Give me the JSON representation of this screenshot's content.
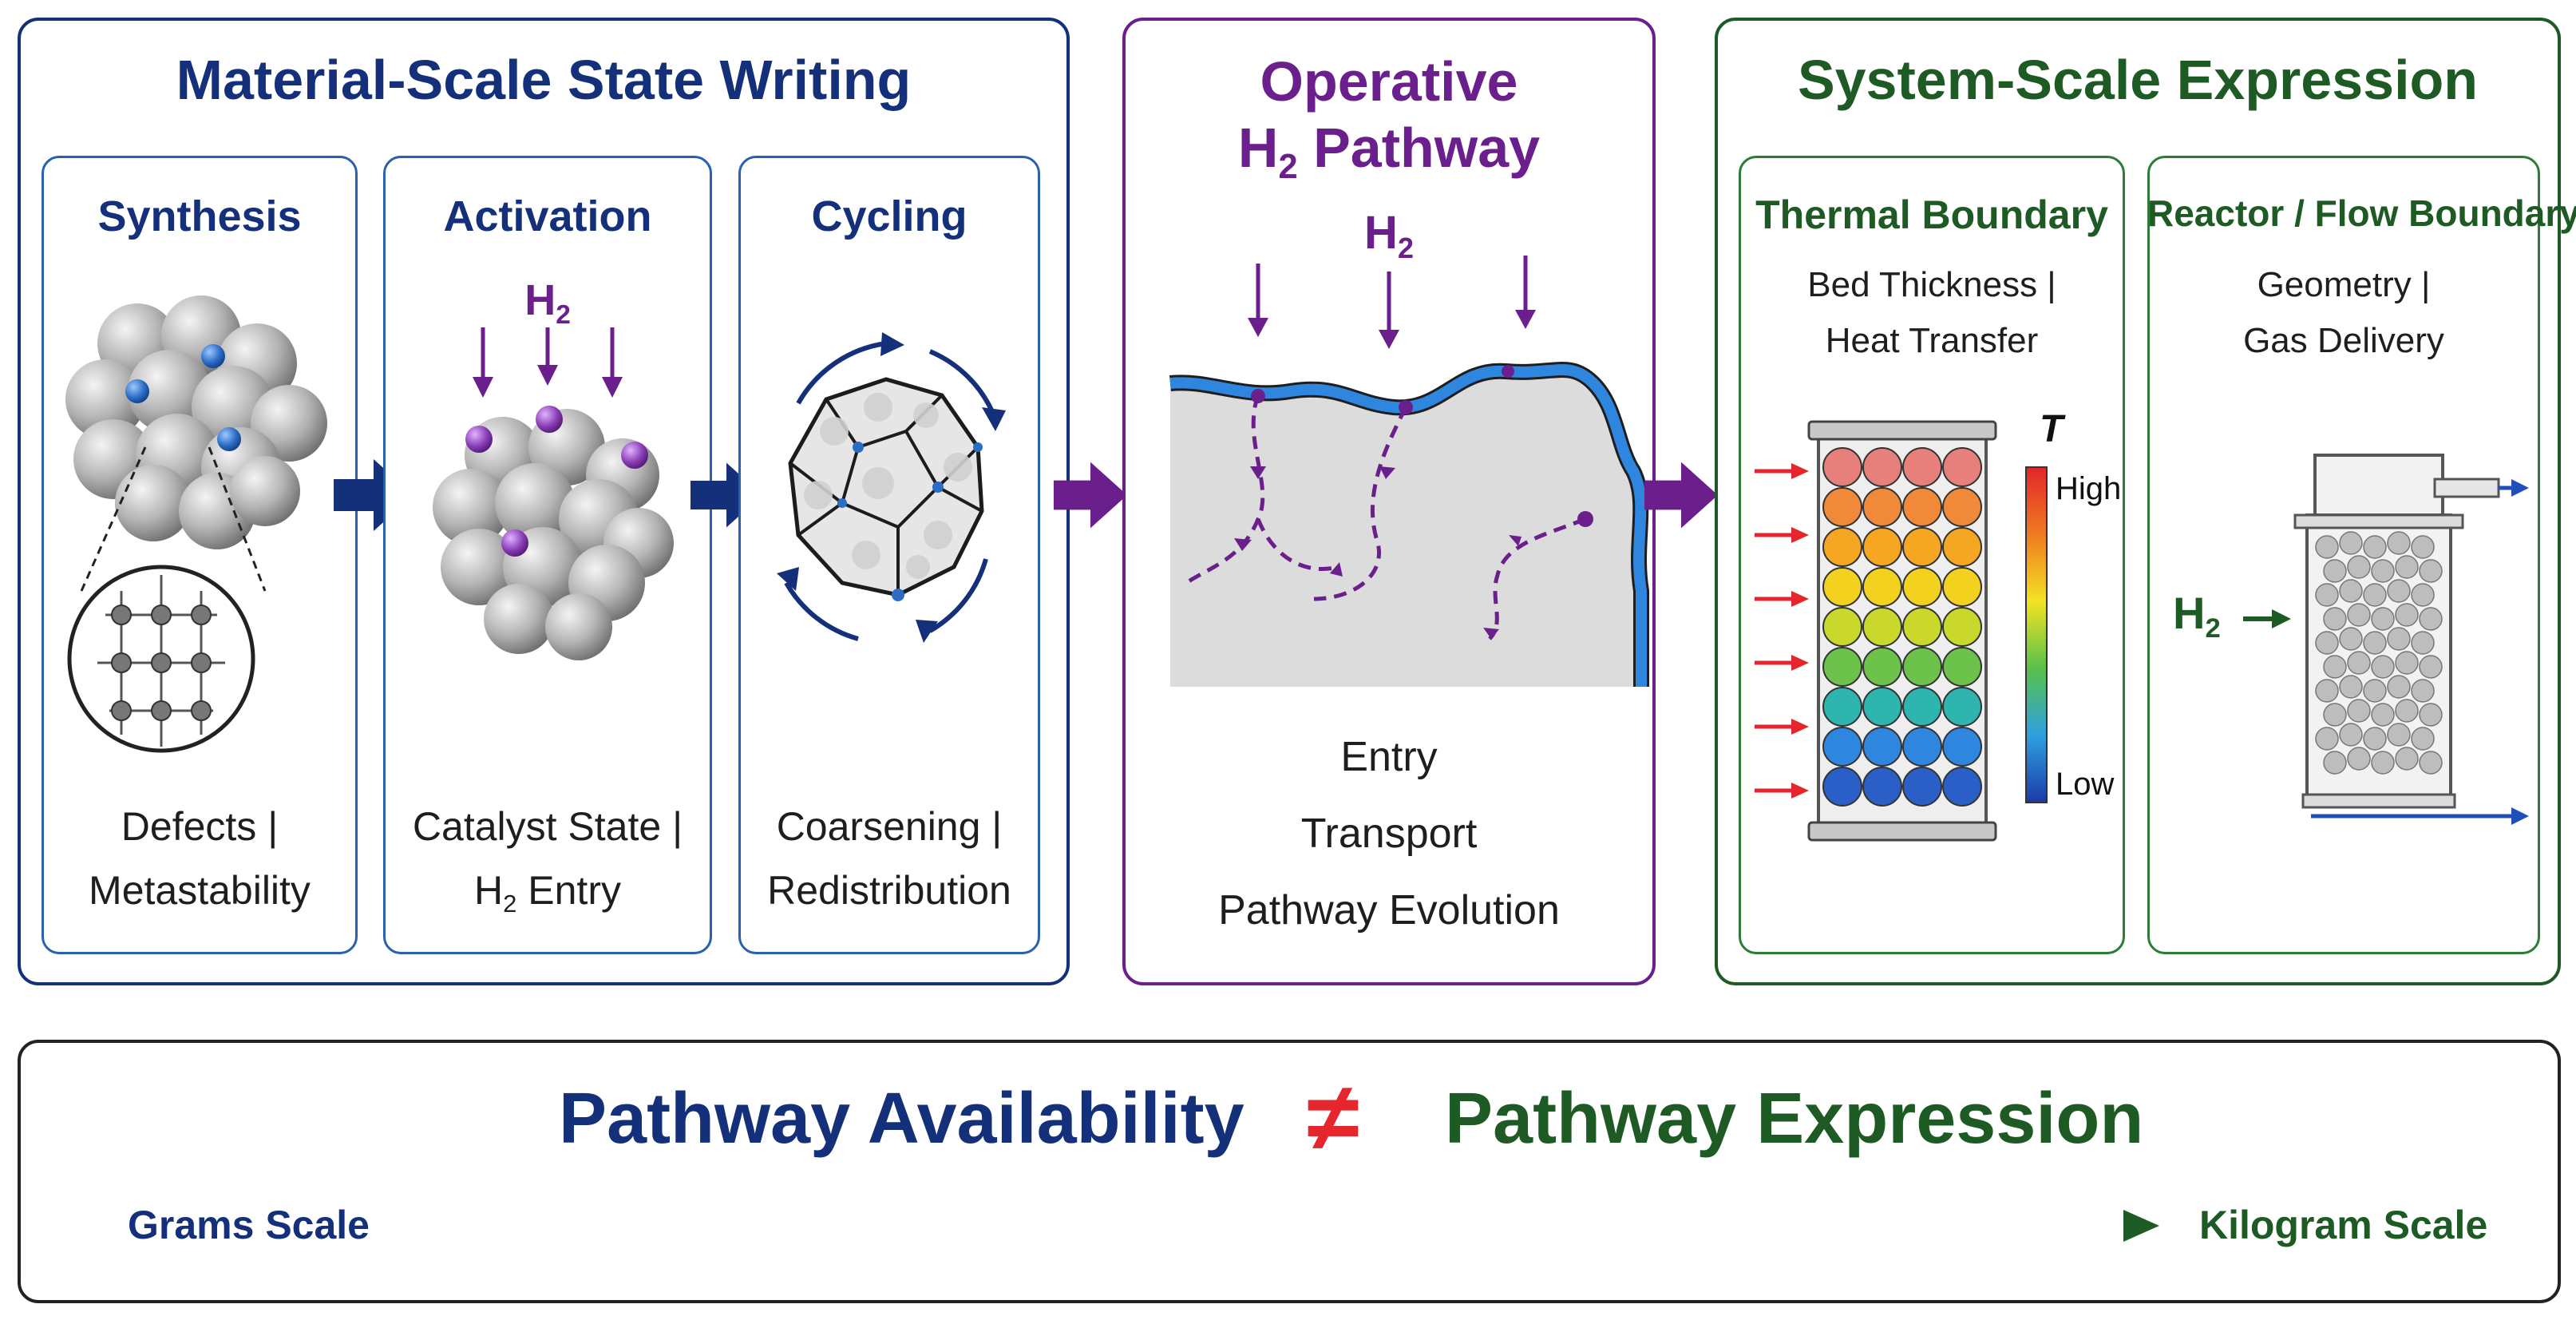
{
  "material": {
    "title": "Material-Scale State Writing",
    "synthesis": {
      "title": "Synthesis",
      "line1": "Defects |",
      "line2": "Metastability"
    },
    "activation": {
      "title": "Activation",
      "h2_label": "H",
      "h2_sub": "2",
      "line1": "Catalyst State |",
      "line2_h": "H",
      "line2_sub": "2",
      "line2_rest": " Entry"
    },
    "cycling": {
      "title": "Cycling",
      "line1": "Coarsening |",
      "line2": "Redistribution"
    }
  },
  "pathway": {
    "title_line1": "Operative",
    "title_h": "H",
    "title_sub": "2",
    "title_rest": " Pathway",
    "h2_label": "H",
    "h2_sub": "2",
    "steps": [
      "Entry",
      "Transport",
      "Pathway Evolution"
    ]
  },
  "system": {
    "title": "System-Scale Expression",
    "thermal": {
      "title": "Thermal Boundary",
      "line1": "Bed Thickness |",
      "line2": "Heat Transfer",
      "scale_symbol": "T",
      "scale_high": "High",
      "scale_low": "Low"
    },
    "reactor": {
      "title": "Reactor / Flow Boundary",
      "line1": "Geometry |",
      "line2": "Gas Delivery",
      "inlet_h": "H",
      "inlet_sub": "2"
    }
  },
  "bottom": {
    "left": "Pathway Availability",
    "symbol": "≠",
    "right": "Pathway Expression",
    "scale_left": "Grams Scale",
    "scale_right": "Kilogram Scale"
  },
  "colors": {
    "navy": "#14307a",
    "purple": "#6a1f8c",
    "green": "#1d5a24",
    "red": "#e5262c"
  }
}
